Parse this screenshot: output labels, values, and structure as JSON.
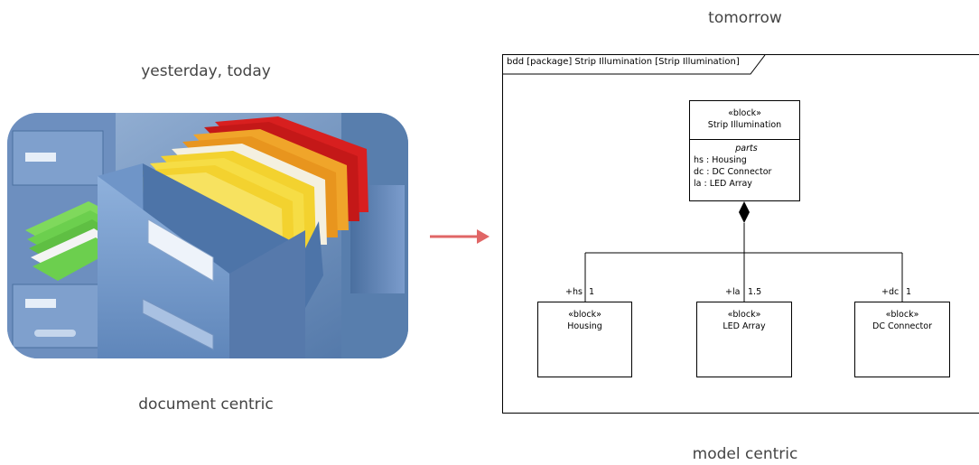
{
  "captions": {
    "left_top": "yesterday, today",
    "left_bottom": "document centric",
    "right_top": "tomorrow",
    "right_bottom": "model centric"
  },
  "colors": {
    "arrow": "#e06666",
    "cabinet_blue": "#5b86b8",
    "folder_yellow": "#f3d22f",
    "folder_orange": "#f0a52a",
    "folder_red": "#d81f1f",
    "folder_green": "#6ccf4e"
  },
  "diagram": {
    "frame_label": "bdd [package] Strip Illumination [Strip Illumination]",
    "blocks": {
      "strip": {
        "stereotype": "«block»",
        "name": "Strip Illumination",
        "compartment_title": "parts",
        "parts": [
          "hs : Housing",
          "dc : DC Connector",
          "la : LED Array"
        ]
      },
      "housing": {
        "stereotype": "«block»",
        "name": "Housing"
      },
      "led": {
        "stereotype": "«block»",
        "name": "LED Array"
      },
      "connector": {
        "stereotype": "«block»",
        "name": "DC Connector"
      }
    },
    "roles": {
      "hs": {
        "role": "+hs",
        "multiplicity": "1"
      },
      "la": {
        "role": "+la",
        "multiplicity": "1.5"
      },
      "dc": {
        "role": "+dc",
        "multiplicity": "1"
      }
    }
  }
}
